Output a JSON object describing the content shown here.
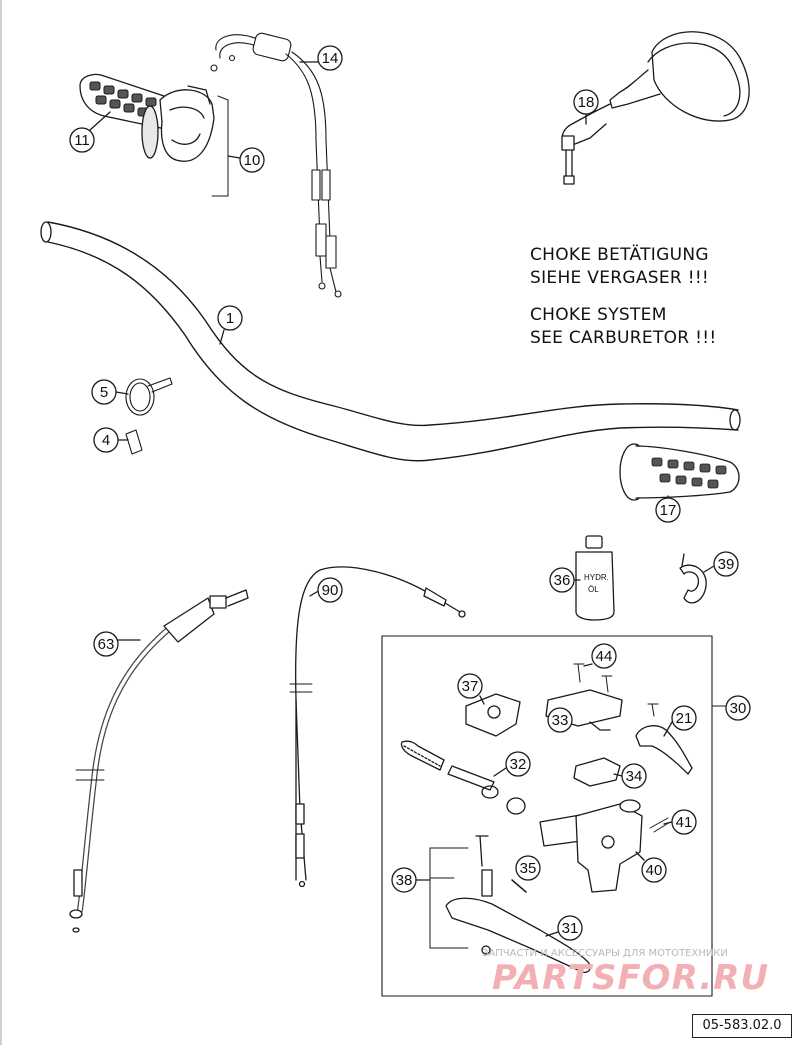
{
  "callouts": {
    "c1": "1",
    "c4": "4",
    "c5": "5",
    "c10": "10",
    "c11": "11",
    "c14": "14",
    "c17": "17",
    "c18": "18",
    "c21": "21",
    "c30": "30",
    "c31": "31",
    "c32": "32",
    "c33": "33",
    "c34": "34",
    "c35": "35",
    "c36": "36",
    "c37": "37",
    "c38": "38",
    "c39": "39",
    "c40": "40",
    "c41": "41",
    "c44": "44",
    "c63": "63",
    "c90": "90"
  },
  "note_de": [
    "CHOKE BETÄTIGUNG",
    "SIEHE VERGASER !!!"
  ],
  "note_en": [
    "CHOKE SYSTEM",
    "SEE CARBURETOR !!!"
  ],
  "hydraulic_bottle_label": [
    "HYDR.",
    "ÖL"
  ],
  "drawing_code": "05-583.02.0",
  "watermark": {
    "subtitle": "ЗАПЧАСТИ И АКСЕССУАРЫ ДЛЯ МОТОТЕХНИКИ",
    "logo": "PARTSFOR.RU",
    "color": "#e8747c"
  },
  "colors": {
    "line": "#1a1a1a",
    "background": "#ffffff"
  }
}
